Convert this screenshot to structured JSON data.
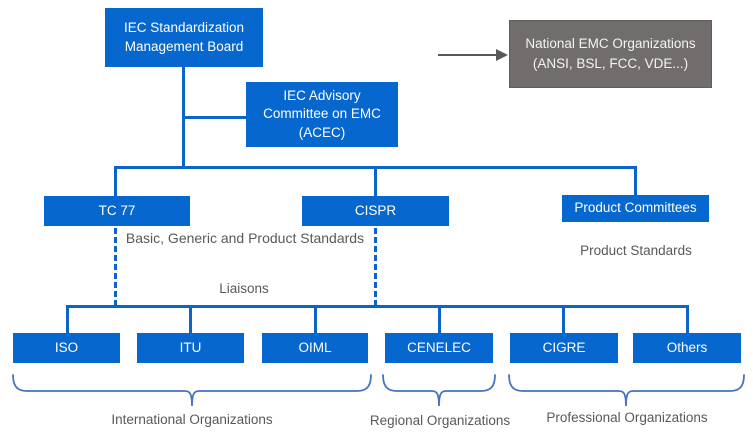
{
  "colors": {
    "box_blue": "#0667CE",
    "line_blue": "#0A64C9",
    "brace_blue": "#4472C4",
    "gray_box": "#716D6D",
    "gray_box_border": "#615D5D",
    "text_gray": "#595959",
    "arrow_gray": "#595959"
  },
  "nodes": {
    "smb": {
      "label": "IEC Standardization Management Board"
    },
    "acec": {
      "label": "IEC Advisory Committee on EMC (ACEC)"
    },
    "national_emc": {
      "label": "National EMC Organizations (ANSI, BSL, FCC, VDE...)"
    },
    "tc77": {
      "label": "TC 77"
    },
    "cispr": {
      "label": "CISPR"
    },
    "product_committees": {
      "label": "Product Committees"
    }
  },
  "annotations": {
    "basic_standards": "Basic, Generic and Product Standards",
    "product_standards": "Product Standards",
    "liaisons": "Liaisons",
    "international": "International Organizations",
    "regional": "Regional Organizations",
    "professional": "Professional Organizations"
  },
  "organizations": [
    {
      "label": "ISO"
    },
    {
      "label": "ITU"
    },
    {
      "label": "OIML"
    },
    {
      "label": "CENELEC"
    },
    {
      "label": "CIGRE"
    },
    {
      "label": "Others"
    }
  ]
}
